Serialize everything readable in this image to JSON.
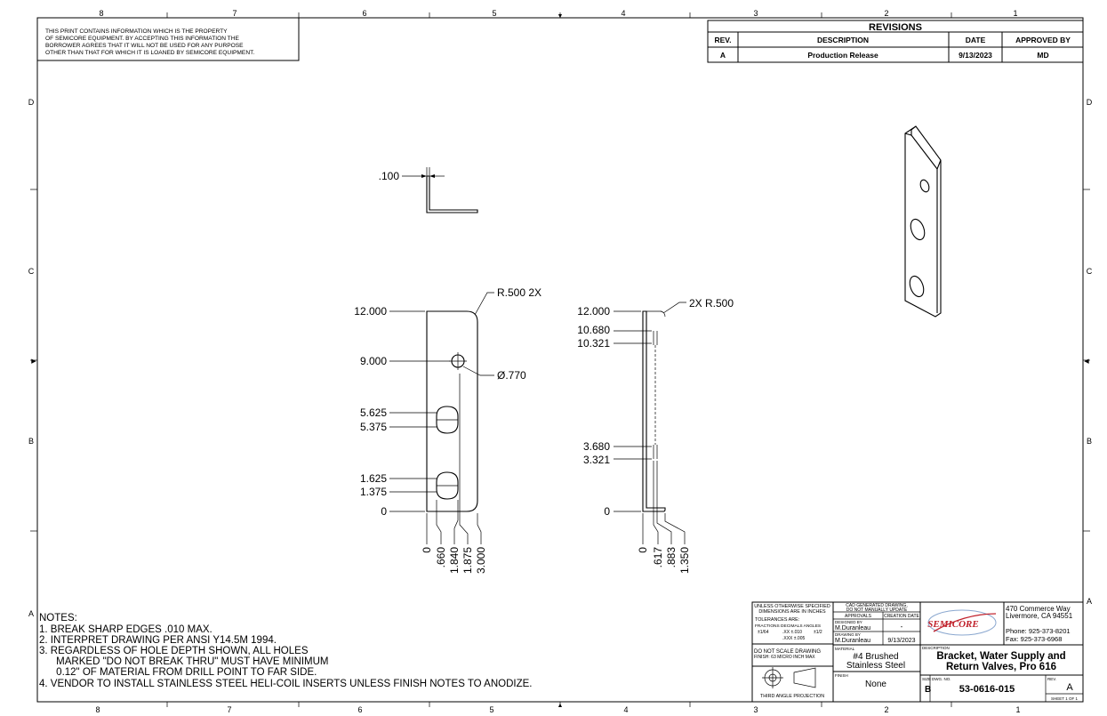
{
  "border": {
    "zones_top": [
      "8",
      "7",
      "6",
      "5",
      "4",
      "3",
      "2",
      "1"
    ],
    "zones_bottom": [
      "8",
      "7",
      "6",
      "5",
      "4",
      "3",
      "2",
      "1"
    ],
    "zones_left": [
      "D",
      "C",
      "B",
      "A"
    ],
    "zones_right": [
      "D",
      "C",
      "B",
      "A"
    ]
  },
  "proprietary_note": [
    "THIS PRINT CONTAINS INFORMATION WHICH IS THE PROPERTY",
    "OF SEMICORE EQUIPMENT.  BY ACCEPTING THIS INFORMATION THE",
    "BORROWER AGREES THAT IT WILL NOT BE USED FOR ANY PURPOSE",
    "OTHER THAN THAT FOR WHICH IT IS LOANED BY SEMICORE EQUIPMENT."
  ],
  "revisions": {
    "title": "REVISIONS",
    "headers": [
      "REV.",
      "DESCRIPTION",
      "DATE",
      "APPROVED BY"
    ],
    "rows": [
      {
        "rev": "A",
        "description": "Production Release",
        "date": "9/13/2023",
        "approved_by": "MD"
      }
    ]
  },
  "dimensions": {
    "thickness": ".100",
    "front_radius": "R.500 2X",
    "front_hole_dia": "Ø.770",
    "front_vertical": [
      "12.000",
      "9.000",
      "5.625",
      "5.375",
      "1.625",
      "1.375",
      "0"
    ],
    "front_horizontal": [
      "0",
      ".660",
      "1.840",
      "1.875",
      "3.000"
    ],
    "side_radius": "2X R.500",
    "side_vertical": [
      "12.000",
      "10.680",
      "10.321",
      "3.680",
      "3.321",
      "0"
    ],
    "side_horizontal": [
      "0",
      ".617",
      ".883",
      "1.350"
    ]
  },
  "notes": {
    "title": "NOTES:",
    "lines": [
      "1.  BREAK SHARP EDGES .010 MAX.",
      "2.  INTERPRET DRAWING PER ANSI Y14.5M 1994.",
      "3.  REGARDLESS OF HOLE DEPTH SHOWN, ALL HOLES",
      "      MARKED \"DO NOT BREAK THRU\" MUST HAVE MINIMUM",
      "      0.12\" OF MATERIAL FROM DRILL POINT TO FAR SIDE.",
      "4.  VENDOR TO INSTALL STAINLESS STEEL HELI-COIL INSERTS UNLESS FINISH NOTES TO ANODIZE."
    ]
  },
  "title_block": {
    "unless": [
      "UNLESS OTHERWISE SPECIFIED",
      "DIMENSIONS ARE IN INCHES"
    ],
    "tolerances_label": "TOLERANCES ARE:",
    "tol_headers": "FRACTIONS  DECIMALS  ANGLES",
    "tol_frac": "±1/64",
    "tol_xx": ".XX ±.010",
    "tol_xxx": ".XXX ±.005",
    "tol_angle": "±1/2",
    "cad_note": [
      "CAD GENERATED DRAWING,",
      "DO NOT MANUALLY UPDATE"
    ],
    "approvals": "APPROVALS",
    "creation_date": "CREATION DATE",
    "designed_by_label": "DESIGNED BY",
    "designed_by": "M.Duranleau",
    "designed_date": "-",
    "drawn_by_label": "DRAWING BY",
    "drawn_by": "M.Duranleau",
    "drawn_date": "9/13/2023",
    "do_not_scale": [
      "DO NOT SCALE DRAWING",
      "FINISH: 63 MICRO INCH MAX"
    ],
    "material_label": "MATERIAL",
    "material": [
      "#4 Brushed",
      "Stainless Steel"
    ],
    "finish_label": "FINISH",
    "finish": "None",
    "projection": "THIRD ANGLE PROJECTION",
    "logo": "SEMICORE",
    "address": [
      "470 Commerce Way",
      "Livermore, CA 94551"
    ],
    "phone": "Phone: 925-373-8201",
    "fax": "Fax: 925-373-6968",
    "description_label": "DESCRIPTION",
    "description": [
      "Bracket, Water Supply and",
      "Return Valves, Pro 616"
    ],
    "size_label": "SIZE",
    "size": "B",
    "dwg_label": "DWG. NO.",
    "dwg_no": "53-0616-015",
    "rev_label": "REV.",
    "rev": "A",
    "sheet": "SHEET 1 OF 1"
  }
}
